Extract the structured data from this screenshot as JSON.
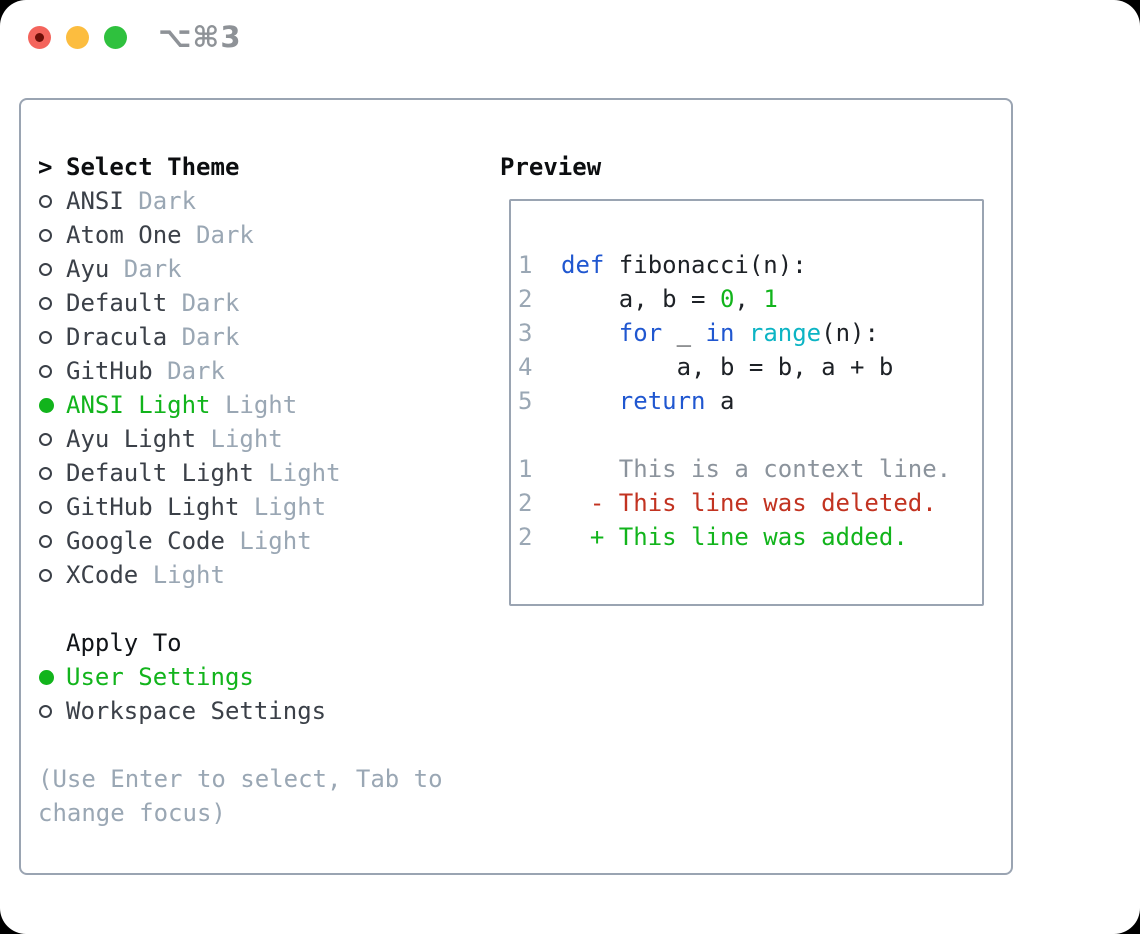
{
  "colors": {
    "window_bg": "#ffffff",
    "border": "#9aa4b2",
    "title": "#0c0e10",
    "item": "#3b4048",
    "muted": "#9aa7b4",
    "context": "#8b939c",
    "fg": "#1d2126",
    "keyword": "#2057d0",
    "literal": "#12b41c",
    "function": "#0cb4c4",
    "deleted": "#c23321",
    "added": "#12b41c",
    "selection": "#12b41c",
    "traffic_red": "#f4645c",
    "traffic_red_dot": "#6e0f08",
    "traffic_yellow": "#fcbd3f",
    "traffic_green": "#2fc13e",
    "shortcut_gray": "#8e9297"
  },
  "titlebar": {
    "shortcut": "⌥⌘3"
  },
  "theme_picker": {
    "title_prefix": ">",
    "title": "Select Theme",
    "themes": [
      {
        "name": "ANSI",
        "variant": "Dark",
        "selected": false
      },
      {
        "name": "Atom One",
        "variant": "Dark",
        "selected": false
      },
      {
        "name": "Ayu",
        "variant": "Dark",
        "selected": false
      },
      {
        "name": "Default",
        "variant": "Dark",
        "selected": false
      },
      {
        "name": "Dracula",
        "variant": "Dark",
        "selected": false
      },
      {
        "name": "GitHub",
        "variant": "Dark",
        "selected": false
      },
      {
        "name": "ANSI Light",
        "variant": "Light",
        "selected": true
      },
      {
        "name": "Ayu Light",
        "variant": "Light",
        "selected": false
      },
      {
        "name": "Default Light",
        "variant": "Light",
        "selected": false
      },
      {
        "name": "GitHub Light",
        "variant": "Light",
        "selected": false
      },
      {
        "name": "Google Code",
        "variant": "Light",
        "selected": false
      },
      {
        "name": "XCode",
        "variant": "Light",
        "selected": false
      }
    ],
    "apply_to": {
      "title": "Apply To",
      "options": [
        {
          "label": "User Settings",
          "selected": true
        },
        {
          "label": "Workspace Settings",
          "selected": false
        }
      ]
    },
    "help_lines": [
      "(Use Enter to select, Tab to",
      "change focus)"
    ]
  },
  "preview": {
    "title": "Preview",
    "lines": [
      {
        "num": "1",
        "segments": [
          {
            "text": "def",
            "color": "keyword"
          },
          {
            "text": " fibonacci(n):",
            "color": "fg"
          }
        ]
      },
      {
        "num": "2",
        "segments": [
          {
            "text": "    a, b = ",
            "color": "fg"
          },
          {
            "text": "0",
            "color": "literal"
          },
          {
            "text": ", ",
            "color": "fg"
          },
          {
            "text": "1",
            "color": "literal"
          }
        ]
      },
      {
        "num": "3",
        "segments": [
          {
            "text": "    ",
            "color": "fg"
          },
          {
            "text": "for",
            "color": "keyword"
          },
          {
            "text": " _ ",
            "color": "fg"
          },
          {
            "text": "in",
            "color": "keyword"
          },
          {
            "text": " ",
            "color": "fg"
          },
          {
            "text": "range",
            "color": "function"
          },
          {
            "text": "(n):",
            "color": "fg"
          }
        ]
      },
      {
        "num": "4",
        "segments": [
          {
            "text": "        a, b = b, a + b",
            "color": "fg"
          }
        ]
      },
      {
        "num": "5",
        "segments": [
          {
            "text": "    ",
            "color": "fg"
          },
          {
            "text": "return",
            "color": "keyword"
          },
          {
            "text": " a",
            "color": "fg"
          }
        ]
      },
      {
        "num": "",
        "segments": []
      },
      {
        "num": "1",
        "segments": [
          {
            "text": "    This is a context line.",
            "color": "context"
          }
        ]
      },
      {
        "num": "2",
        "segments": [
          {
            "text": "  - This line was deleted.",
            "color": "deleted"
          }
        ]
      },
      {
        "num": "2",
        "segments": [
          {
            "text": "  + This line was added.",
            "color": "added"
          }
        ]
      }
    ]
  }
}
